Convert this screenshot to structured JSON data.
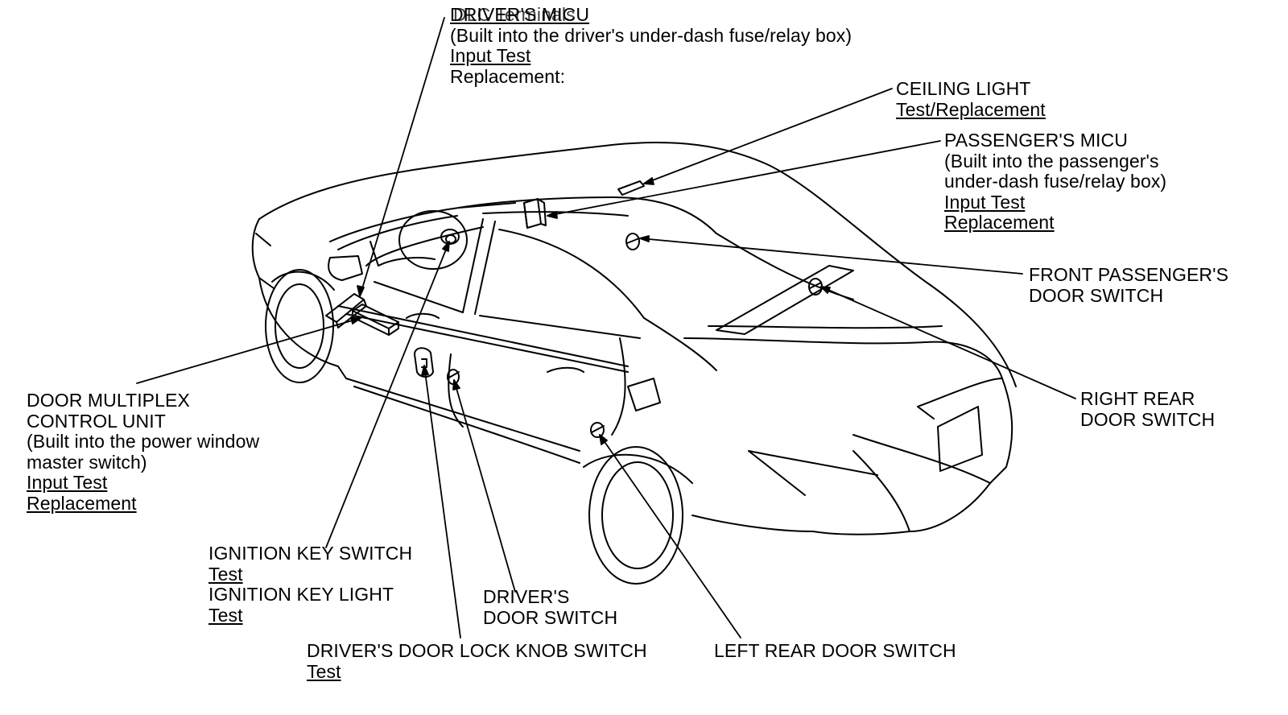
{
  "labels": {
    "drivers_micu": {
      "title_a": "DRIVER'S MICU",
      "title_b": "DLC Terminals",
      "line1": "(Built into the driver's under-dash fuse/relay box)",
      "link1": "Input Test",
      "line3": "Replacement:"
    },
    "ceiling_light": {
      "title": "CEILING LIGHT",
      "link1": "Test",
      "sep": "/",
      "link2": "Replacement"
    },
    "passengers_micu": {
      "title": "PASSENGER'S MICU",
      "line1": "(Built into the passenger's",
      "line2": "under-dash fuse/relay box)",
      "link1": "Input Test",
      "link2": "Replacement"
    },
    "front_passenger_door_switch": {
      "line1": "FRONT PASSENGER'S",
      "line2": "DOOR SWITCH"
    },
    "right_rear_door_switch": {
      "line1": "RIGHT REAR",
      "line2": "DOOR SWITCH"
    },
    "door_multiplex": {
      "line1": "DOOR MULTIPLEX",
      "line2": "CONTROL UNIT",
      "line3": "(Built into the power window",
      "line4": "master switch)",
      "link1": "Input Test",
      "link2": "Replacement"
    },
    "ignition": {
      "line1": "IGNITION KEY SWITCH",
      "link1": "Test",
      "line2": "IGNITION KEY LIGHT",
      "link2": "Test"
    },
    "drivers_door_switch": {
      "line1": "DRIVER'S",
      "line2": "DOOR SWITCH"
    },
    "left_rear_door_switch": {
      "line1": "LEFT REAR DOOR SWITCH"
    },
    "door_lock_knob": {
      "line1": "DRIVER'S DOOR LOCK KNOB SWITCH",
      "link1": "Test"
    }
  }
}
